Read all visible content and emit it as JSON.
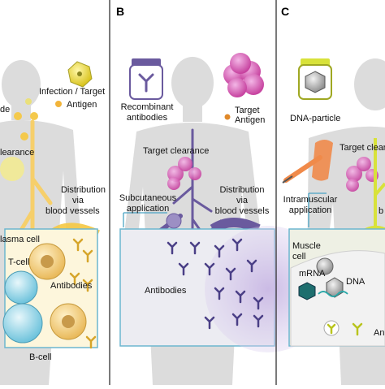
{
  "panels": {
    "a": {
      "labels": {
        "infection_target": "Infection / Target",
        "antigen": "Antigen",
        "lymph_node_fragment": "de",
        "clearance": "learance",
        "distribution_line1": "Distribution",
        "distribution_line2": "via",
        "distribution_line3": "blood vessels",
        "plasma_cell": "lasma cell",
        "t_cell": "T-cell",
        "antibodies": "Antibodies",
        "b_cell": "B-cell"
      },
      "colors": {
        "accent": "#f5c842",
        "inset_bg": "#fdf6dc"
      }
    },
    "b": {
      "letter": "B",
      "labels": {
        "recombinant_line1": "Recombinant",
        "recombinant_line2": "antibodies",
        "target": "Target",
        "antigen": "Antigen",
        "target_clearance": "Target clearance",
        "subcutaneous_line1": "Subcutaneous",
        "subcutaneous_line2": "application",
        "distribution_line1": "Distribution",
        "distribution_line2": "via",
        "distribution_line3": "blood vessels",
        "antibodies": "Antibodies"
      },
      "colors": {
        "accent": "#6a5a9e",
        "inset_bg": "#ececf2"
      }
    },
    "c": {
      "letter": "C",
      "labels": {
        "dna_particle": "DNA-particle",
        "target_clearance": "Target cleara",
        "intramuscular_line1": "Intramuscular",
        "intramuscular_line2": "application",
        "distribution_fragment": "b",
        "muscle_line1": "Muscle",
        "muscle_line2": "cell",
        "dna": "DNA",
        "mrna": "mRNA",
        "antibodies_fragment": "An"
      },
      "colors": {
        "accent": "#d8e23a",
        "inset_bg": "#eef0e4"
      }
    }
  }
}
